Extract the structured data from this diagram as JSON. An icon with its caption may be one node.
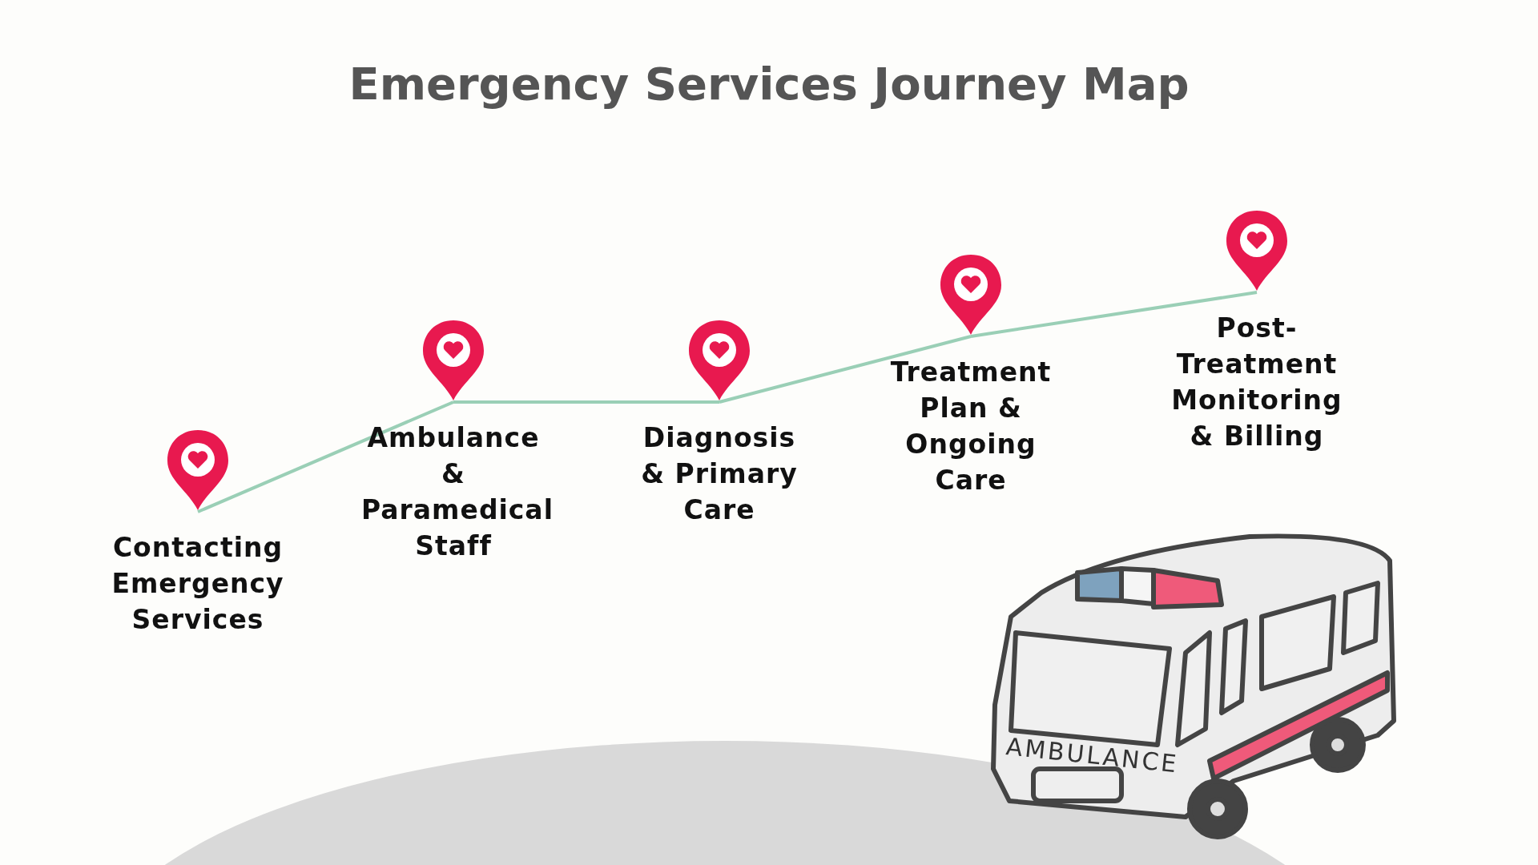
{
  "diagram": {
    "title": "Emergency Services Journey Map",
    "nodes": [
      {
        "text": [
          "Contacting Emergency Services"
        ]
      },
      {
        "text": [
          "Ambulance & Paramedical Staff"
        ]
      },
      {
        "text": [
          "Diagnosis & Primary Care"
        ]
      },
      {
        "text": [
          "Treatment Plan & Ongoing Care"
        ]
      },
      {
        "text": [
          "Post-Treatment Monitoring & Billing"
        ]
      }
    ],
    "edges": [
      {
        "from": 0,
        "to": 1,
        "arrow": "none"
      },
      {
        "from": 1,
        "to": 2,
        "arrow": "none"
      },
      {
        "from": 2,
        "to": 3,
        "arrow": "none"
      },
      {
        "from": 3,
        "to": 4,
        "arrow": "none"
      }
    ],
    "labels": [
      "AMBULANCE"
    ]
  }
}
